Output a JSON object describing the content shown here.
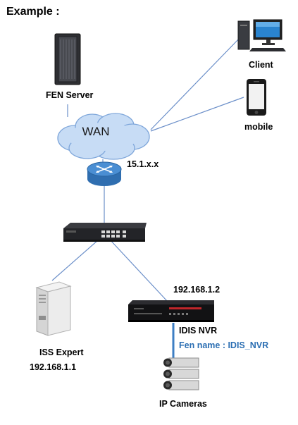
{
  "title": "Example :",
  "nodes": {
    "fen_server": {
      "label": "FEN Server",
      "icon": "server-rack-icon"
    },
    "client": {
      "label": "Client",
      "icon": "desktop-computer-icon"
    },
    "mobile": {
      "label": "mobile",
      "icon": "smartphone-icon"
    },
    "wan": {
      "label": "WAN",
      "icon": "cloud-icon"
    },
    "router": {
      "ip": "15.1.x.x",
      "icon": "router-icon"
    },
    "switch": {
      "icon": "network-switch-icon"
    },
    "iss_expert": {
      "label": "ISS Expert",
      "ip": "192.168.1.1",
      "icon": "tower-server-icon"
    },
    "idis_nvr": {
      "label": "IDIS NVR",
      "ip": "192.168.1.2",
      "fen_name": "Fen name : IDIS_NVR",
      "icon": "nvr-recorder-icon"
    },
    "ip_cameras": {
      "label": "IP Cameras",
      "icon": "ip-camera-icon"
    }
  },
  "colors": {
    "link_line": "#6b8fc9",
    "cloud_fill": "#c7dcf5",
    "cloud_stroke": "#7ea6da",
    "fen_name_text": "#2c6fb3",
    "router_blue": "#3e7fc4"
  }
}
